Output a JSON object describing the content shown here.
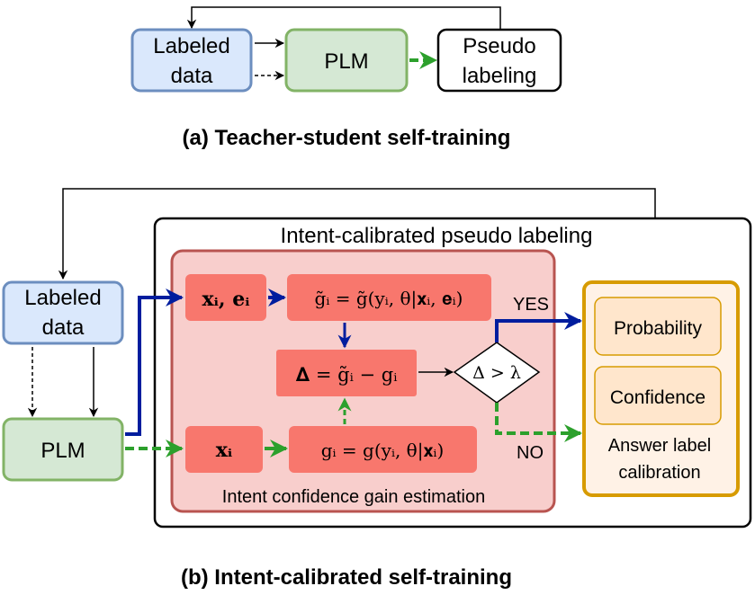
{
  "colors": {
    "labeled_fill": "#dae8fc",
    "labeled_stroke": "#6c8ebf",
    "plm_fill": "#d5e8d4",
    "plm_stroke": "#82b366",
    "outer_estimation_fill": "#f8cecc",
    "outer_estimation_stroke": "#b85450",
    "red_box": "#f8776d",
    "calibration_fill": "#fff2e6",
    "calibration_stroke": "#d79b00",
    "calib_item_fill": "#ffe6cc",
    "blue_arrow": "#001d9e",
    "green_arrow": "#2ca02c"
  },
  "top": {
    "labeled_data": [
      "Labeled",
      "data"
    ],
    "plm": "PLM",
    "pseudo_labeling": [
      "Pseudo",
      "labeling"
    ],
    "caption": "(a) Teacher-student self-training"
  },
  "bottom": {
    "outer_title": "Intent-calibrated pseudo labeling",
    "labeled_data": [
      "Labeled",
      "data"
    ],
    "plm": "PLM",
    "x_e": "𝐱ᵢ, 𝐞ᵢ",
    "g_tilde": "g̃ᵢ = g̃(yᵢ, θ|𝐱ᵢ, 𝐞ᵢ)",
    "delta": "𝚫 = g̃ᵢ − gᵢ",
    "decision": "Δ > λ",
    "x": "𝐱ᵢ",
    "g": "gᵢ = g(yᵢ, θ|𝐱ᵢ)",
    "yes": "YES",
    "no": "NO",
    "estimation_label": "Intent confidence gain estimation",
    "probability": "Probability",
    "confidence": "Confidence",
    "calibration_label": [
      "Answer label",
      "calibration"
    ],
    "caption": "(b) Intent-calibrated self-training"
  }
}
